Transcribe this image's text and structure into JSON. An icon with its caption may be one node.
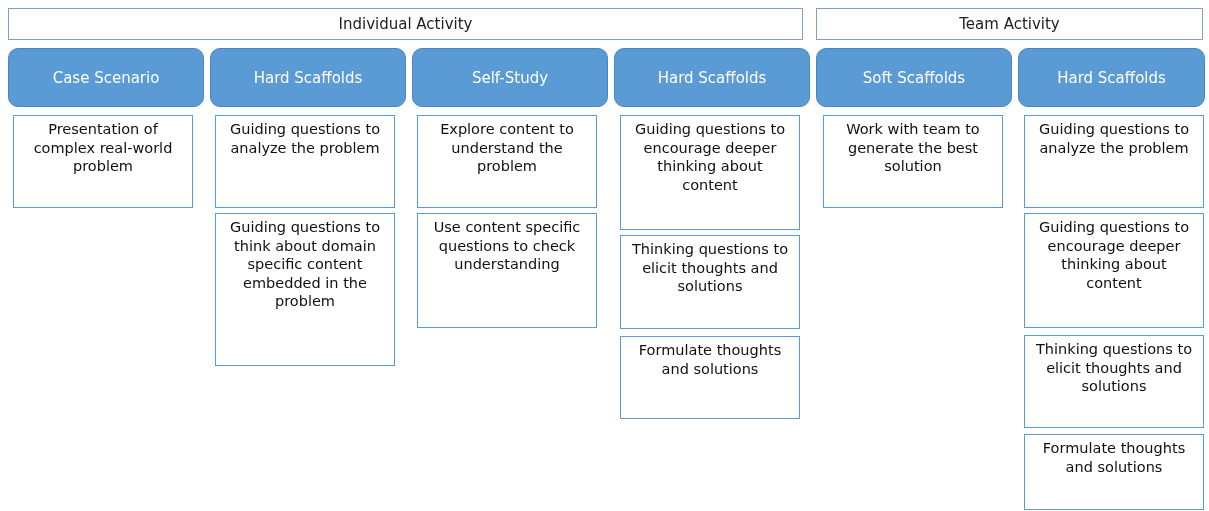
{
  "diagram": {
    "nodes": [
      {
        "text": [
          "Individual Activity"
        ]
      },
      {
        "text": [
          "Team Activity"
        ]
      },
      {
        "text": [
          "Case Scenario"
        ]
      },
      {
        "text": [
          "Hard Scaffolds"
        ]
      },
      {
        "text": [
          "Self-Study"
        ]
      },
      {
        "text": [
          "Hard Scaffolds"
        ]
      },
      {
        "text": [
          "Soft Scaffolds"
        ]
      },
      {
        "text": [
          "Hard Scaffolds"
        ]
      },
      {
        "text": [
          "Presentation of complex real-world problem"
        ]
      },
      {
        "text": [
          "Guiding questions to analyze the problem"
        ]
      },
      {
        "text": [
          "Guiding questions to think about domain specific content embedded in the problem"
        ]
      },
      {
        "text": [
          "Explore content to understand the problem"
        ]
      },
      {
        "text": [
          "Use content specific questions to check understanding"
        ]
      },
      {
        "text": [
          "Guiding questions to encourage deeper thinking about content"
        ]
      },
      {
        "text": [
          "Thinking questions to elicit thoughts and solutions"
        ]
      },
      {
        "text": [
          "Formulate thoughts and solutions"
        ]
      },
      {
        "text": [
          "Work with team to generate the best solution"
        ]
      },
      {
        "text": [
          "Guiding questions to analyze the problem"
        ]
      },
      {
        "text": [
          "Guiding questions to encourage deeper thinking about content"
        ]
      },
      {
        "text": [
          "Thinking questions to elicit thoughts and solutions"
        ]
      },
      {
        "text": [
          "Formulate thoughts and solutions"
        ]
      }
    ]
  }
}
